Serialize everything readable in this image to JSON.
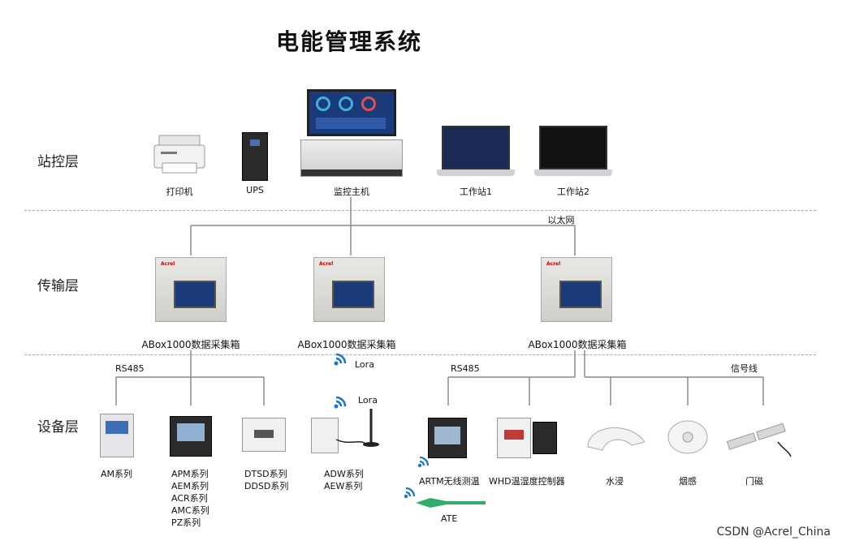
{
  "title": "电能管理系统",
  "layers": {
    "station": "站控层",
    "transmission": "传输层",
    "device": "设备层"
  },
  "station_devices": {
    "printer": "打印机",
    "ups": "UPS",
    "host": "监控主机",
    "ws1": "工作站1",
    "ws2": "工作站2"
  },
  "network": {
    "ethernet": "以太网",
    "rs485_left": "RS485",
    "rs485_right": "RS485",
    "signal": "信号线",
    "lora_mid": "Lora",
    "lora_dev": "Lora"
  },
  "collectors": [
    "ABox1000数据采集箱",
    "ABox1000数据采集箱",
    "ABox1000数据采集箱"
  ],
  "devices": {
    "am": "AM系列",
    "apm": [
      "APM系列",
      "AEM系列",
      "ACR系列",
      "AMC系列",
      "PZ系列"
    ],
    "dtsd": [
      "DTSD系列",
      "DDSD系列"
    ],
    "adw": [
      "ADW系列",
      "AEW系列"
    ],
    "artm": "ARTM无线测温",
    "whd": "WHD温湿度控制器",
    "water": "水浸",
    "smoke": "烟感",
    "door": "门磁",
    "ate": "ATE"
  },
  "watermark": "CSDN @Acrel_China",
  "colors": {
    "wireless": "#1a73c8",
    "line": "#888888",
    "screen": "#1b3a7a"
  }
}
